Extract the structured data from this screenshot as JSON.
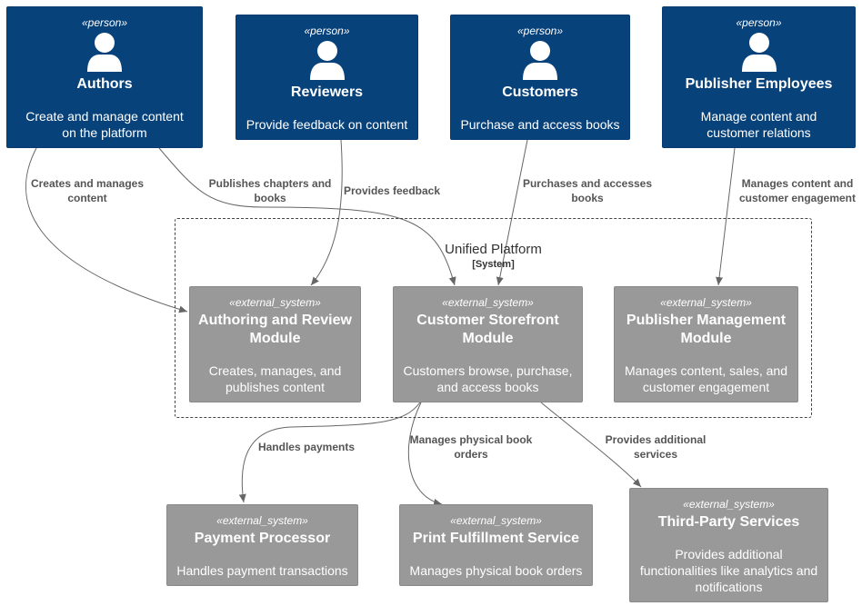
{
  "persons": [
    {
      "id": "authors",
      "stereotype": "«person»",
      "title": "Authors",
      "description": "Create and manage content on the platform"
    },
    {
      "id": "reviewers",
      "stereotype": "«person»",
      "title": "Reviewers",
      "description": "Provide feedback on content"
    },
    {
      "id": "customers",
      "stereotype": "«person»",
      "title": "Customers",
      "description": "Purchase and access books"
    },
    {
      "id": "publisher",
      "stereotype": "«person»",
      "title": "Publisher Employees",
      "description": "Manage content and customer relations"
    }
  ],
  "boundary": {
    "title": "Unified Platform",
    "subtitle": "[System]"
  },
  "systems": [
    {
      "id": "authoring",
      "stereotype": "«external_system»",
      "title": "Authoring and Review Module",
      "description": "Creates, manages, and publishes content"
    },
    {
      "id": "storefront",
      "stereotype": "«external_system»",
      "title": "Customer Storefront Module",
      "description": "Customers browse, purchase, and access books"
    },
    {
      "id": "pubmgmt",
      "stereotype": "«external_system»",
      "title": "Publisher Management Module",
      "description": "Manages content, sales, and customer engagement"
    },
    {
      "id": "payment",
      "stereotype": "«external_system»",
      "title": "Payment Processor",
      "description": "Handles payment transactions"
    },
    {
      "id": "print",
      "stereotype": "«external_system»",
      "title": "Print Fulfillment Service",
      "description": "Manages physical book orders"
    },
    {
      "id": "thirdparty",
      "stereotype": "«external_system»",
      "title": "Third-Party Services",
      "description": "Provides additional functionalities like analytics and notifications"
    }
  ],
  "edges": [
    {
      "from": "authors",
      "to": "authoring",
      "label": "Creates and manages content"
    },
    {
      "from": "authors",
      "to": "storefront",
      "label": "Publishes chapters and books"
    },
    {
      "from": "reviewers",
      "to": "authoring",
      "label": "Provides feedback"
    },
    {
      "from": "customers",
      "to": "storefront",
      "label": "Purchases and accesses books"
    },
    {
      "from": "publisher",
      "to": "pubmgmt",
      "label": "Manages content and customer engagement"
    },
    {
      "from": "storefront",
      "to": "payment",
      "label": "Handles payments"
    },
    {
      "from": "storefront",
      "to": "print",
      "label": "Manages physical book orders"
    },
    {
      "from": "storefront",
      "to": "thirdparty",
      "label": "Provides additional services"
    }
  ],
  "colors": {
    "person": "#08427b",
    "external_system": "#999999",
    "edge": "#666666"
  },
  "icons": {
    "person": "person-icon"
  }
}
